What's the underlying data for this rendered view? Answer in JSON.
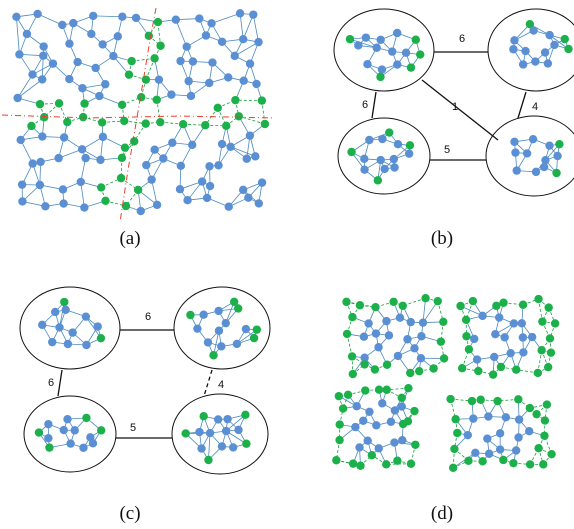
{
  "figure": {
    "panels": [
      {
        "id": "a",
        "caption": "(a)"
      },
      {
        "id": "b",
        "caption": "(b)",
        "edge_labels": [
          "6",
          "6",
          "1",
          "4",
          "5"
        ]
      },
      {
        "id": "c",
        "caption": "(c)",
        "edge_labels": [
          "6",
          "6",
          "4",
          "5"
        ]
      },
      {
        "id": "d",
        "caption": "(d)"
      }
    ]
  },
  "colors": {
    "interior_node": "#5b8fd4",
    "boundary_node": "#1bb04a",
    "edge": "#4a8ac0",
    "cut_edge": "#1a9e3f",
    "partition_line": "#e8402a",
    "cluster_outline": "#111111"
  }
}
